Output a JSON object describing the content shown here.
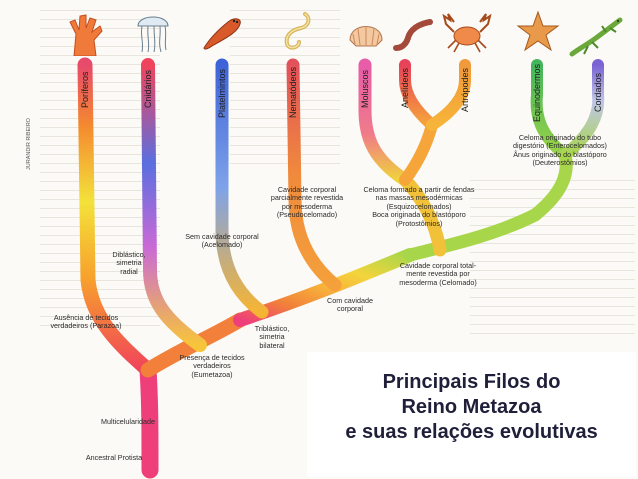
{
  "credit": "JURANDIR RIBEIRO",
  "title": {
    "line1": "Principais Filos do",
    "line2": "Reino Metazoa",
    "line3": "e suas relações evolutivas"
  },
  "phyla": {
    "porifera": "Poríferos",
    "cnidaria": "Cnidários",
    "platyhelminthes": "Platelmintos",
    "nematoda": "Nematódeos",
    "mollusca": "Moluscos",
    "annelida": "Anelídeos",
    "arthropoda": "Artrópodes",
    "echinodermata": "Equinodermos",
    "chordata": "Cordados"
  },
  "labels": {
    "ancestral": "Ancestral Protista",
    "multicell": "Multicelularidade",
    "no_tissues": "Ausência de tecidos\nverdadeiros (Parazoa)",
    "true_tissues": "Presença de tecidos\nverdadeiros\n(Eumetazoa)",
    "diploblastic": "Diblástico,\nsimetria\nradial",
    "triploblastic": "Triblástico,\nsimetria\nbilateral",
    "acoelomate": "Sem cavidade corporal\n(Acelomado)",
    "pseudocoelomate": "Cavidade corporal\nparcialmente revestida\npor mesoderma\n(Pseudocelomado)",
    "coelom": "Com cavidade\ncorporal",
    "coelomate": "Cavidade corporal total-\nmente revestida por\nmesoderma (Celomado)",
    "protostomes": "Celoma formado a partir de fendas\nnas massas mesodérmicas\n(Esquizocelomados)\nBoca originada do blastóporo\n(Protostômios)",
    "deuterostomes": "Celoma originado do tubo\ndigestório (Enterocelomados)\nÂnus originado do blastóporo\n(Deuterostômios)"
  }
}
